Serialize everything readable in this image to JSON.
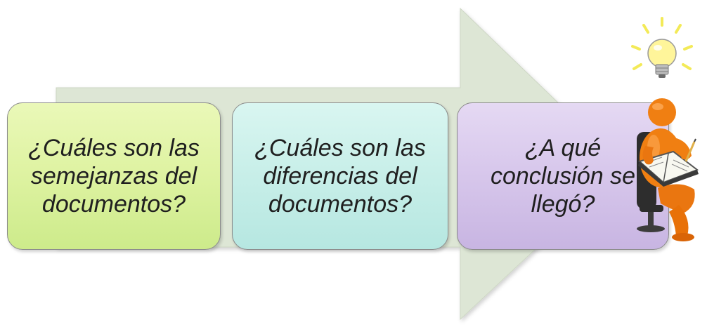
{
  "diagram": {
    "steps": [
      {
        "id": "semejanzas",
        "text": "¿Cuáles son las\nsemejanzas del\ndocumentos?"
      },
      {
        "id": "diferencias",
        "text": "¿Cuáles son las\ndiferencias del\ndocumentos?"
      },
      {
        "id": "conclusion",
        "text": "¿A qué\nconclusión se\nllegó?"
      }
    ],
    "colors": {
      "arrow": "#dde6d5",
      "step_1": "#dff3a3",
      "step_2": "#c9efe9",
      "step_3": "#d8c8ec",
      "figure_body": "#f07f12",
      "bulb": "#fff59a"
    },
    "icons": [
      "lightbulb-icon",
      "thinking-person-figure"
    ]
  }
}
